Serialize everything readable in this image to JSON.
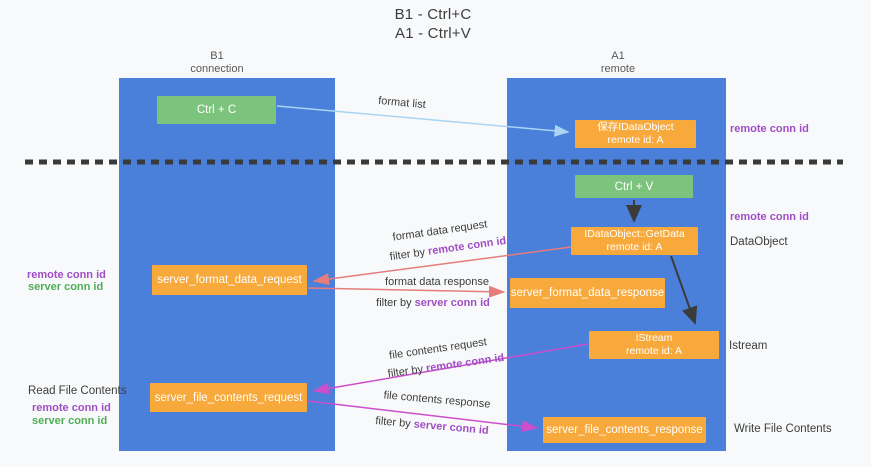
{
  "title": {
    "line1": "B1 - Ctrl+C",
    "line2": "A1 - Ctrl+V"
  },
  "lanes": {
    "left": {
      "name": "B1",
      "role": "connection"
    },
    "right": {
      "name": "A1",
      "role": "remote"
    }
  },
  "nodes": {
    "ctrl_c": {
      "label": "Ctrl + C"
    },
    "ctrl_v": {
      "label": "Ctrl + V"
    },
    "save_dataobject": {
      "line1": "保存IDataObject",
      "line2": "remote id: A"
    },
    "getdata": {
      "line1": "IDataObject::GetData",
      "line2": "remote id: A"
    },
    "istream": {
      "line1": "IStream",
      "line2": "remote id: A"
    },
    "server_format_data_request": {
      "label": "server_format_data_request"
    },
    "server_format_data_response": {
      "label": "server_format_data_response"
    },
    "server_file_contents_request": {
      "label": "server_file_contents_request"
    },
    "server_file_contents_response": {
      "label": "server_file_contents_response"
    }
  },
  "edges": {
    "format_list": {
      "label": "format list"
    },
    "format_data_request": {
      "label": "format data request",
      "filter_prefix": "filter by ",
      "filter_key": "remote conn id"
    },
    "format_data_response": {
      "label": "format data response",
      "filter_prefix": "filter by ",
      "filter_key": "server conn id"
    },
    "file_contents_request": {
      "label": "file contents request",
      "filter_prefix": "filter by ",
      "filter_key": "remote conn id"
    },
    "file_contents_response": {
      "label": "file contents response",
      "filter_prefix": "filter by ",
      "filter_key": "server conn id"
    }
  },
  "annotations": {
    "right_remote_conn_id_top": "remote conn id",
    "right_remote_conn_id_mid": "remote conn id",
    "dataobject": "DataObject",
    "istream": "Istream",
    "write_file_contents": "Write File Contents",
    "left_remote_conn_id_mid": "remote conn id",
    "left_server_conn_id_mid": "server conn id",
    "read_file_contents": "Read File Contents",
    "left_remote_conn_id_bottom": "remote conn id",
    "left_server_conn_id_bottom": "server conn id"
  },
  "colors": {
    "lane_blue": "#4a80d9",
    "node_orange": "#f7a93b",
    "node_green": "#7cc47e",
    "arrow_salmon": "#e57d7d",
    "arrow_magenta": "#cb4ecb",
    "arrow_light_blue": "#a9d4f2",
    "arrow_black": "#3b3b3b",
    "text_purple": "#a04ec4",
    "text_green": "#4fae55",
    "text_dark": "#3d3d3d"
  }
}
